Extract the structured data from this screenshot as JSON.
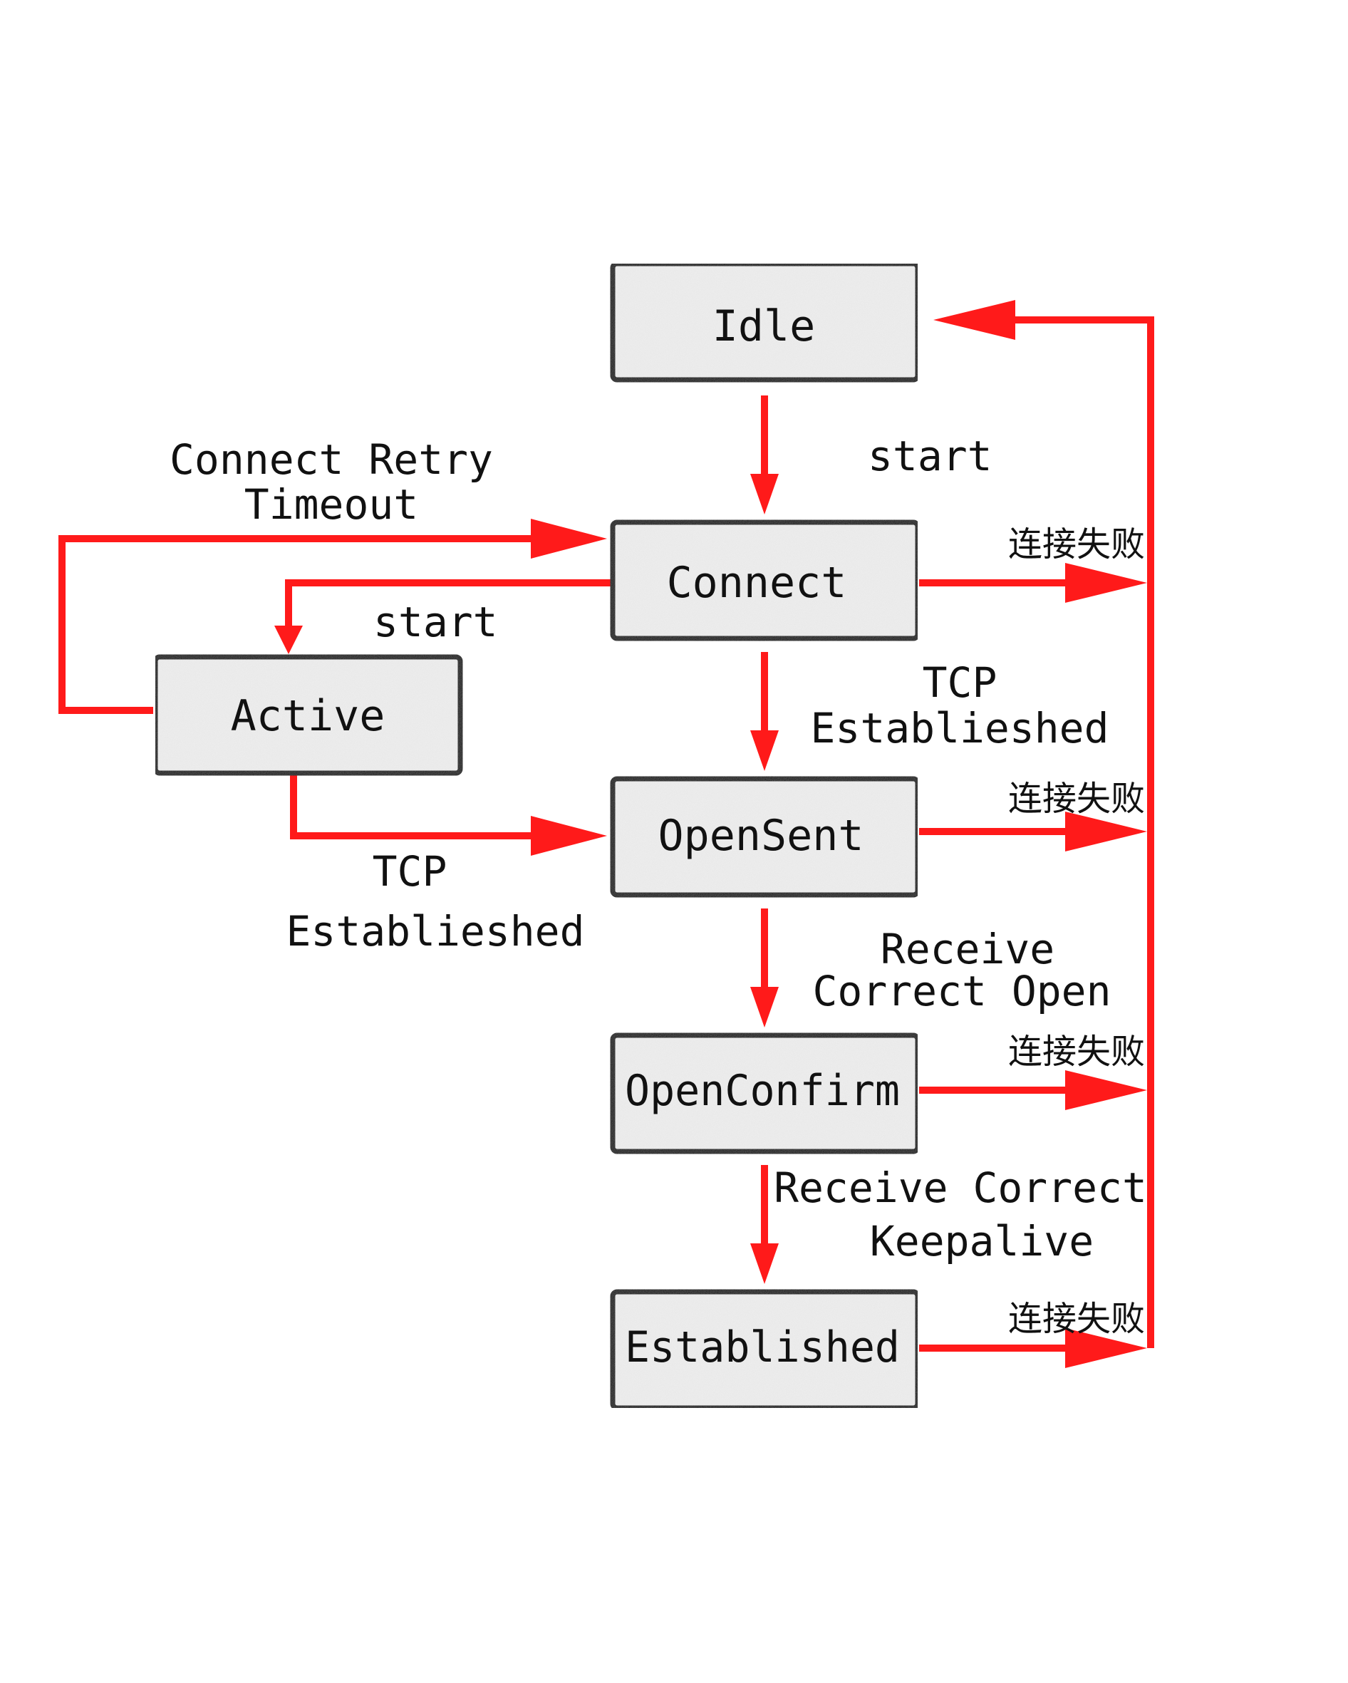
{
  "colors": {
    "arrow": "#ff1a1a",
    "box_fill": "#efefef",
    "box_stroke": "#111111",
    "text": "#111111"
  },
  "states": {
    "idle": "Idle",
    "connect": "Connect",
    "active": "Active",
    "opensent": "OpenSent",
    "openconfirm": "OpenConfirm",
    "established": "Established"
  },
  "edges": {
    "idle_to_connect": "start",
    "connect_retry": [
      "Connect Retry",
      "Timeout"
    ],
    "connect_to_active": "start",
    "connect_to_opensent": [
      "TCP",
      "Establieshed"
    ],
    "active_to_opensent": [
      "TCP",
      "Establieshed"
    ],
    "opensent_to_openconfirm": [
      "Receive",
      "Correct Open"
    ],
    "openconfirm_to_established": [
      "Receive Correct",
      "Keepalive"
    ],
    "failure": "连接失败"
  }
}
